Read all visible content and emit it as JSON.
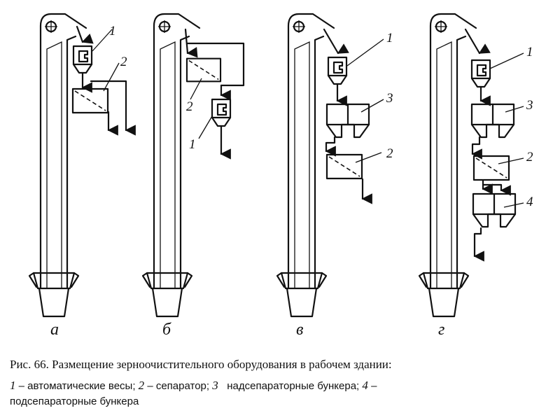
{
  "figure": {
    "number": "Рис. 66.",
    "title": "Размещение зерноочистительного оборудования в рабочем здании:"
  },
  "legend": [
    {
      "num": "1",
      "text": "– автоматические весы;"
    },
    {
      "num": "2",
      "text": "– сепаратор;"
    },
    {
      "num": "3",
      "text": "надсепараторные бункера;"
    },
    {
      "num": "4",
      "text": "–"
    },
    {
      "num": "",
      "text": "подсепараторные бункера"
    }
  ],
  "variants": [
    "а",
    "б",
    "в",
    "г"
  ],
  "callouts": {
    "a": [
      "1",
      "2"
    ],
    "b": [
      "2",
      "1"
    ],
    "v": [
      "1",
      "3",
      "2"
    ],
    "g": [
      "1",
      "3",
      "2",
      "4"
    ]
  }
}
